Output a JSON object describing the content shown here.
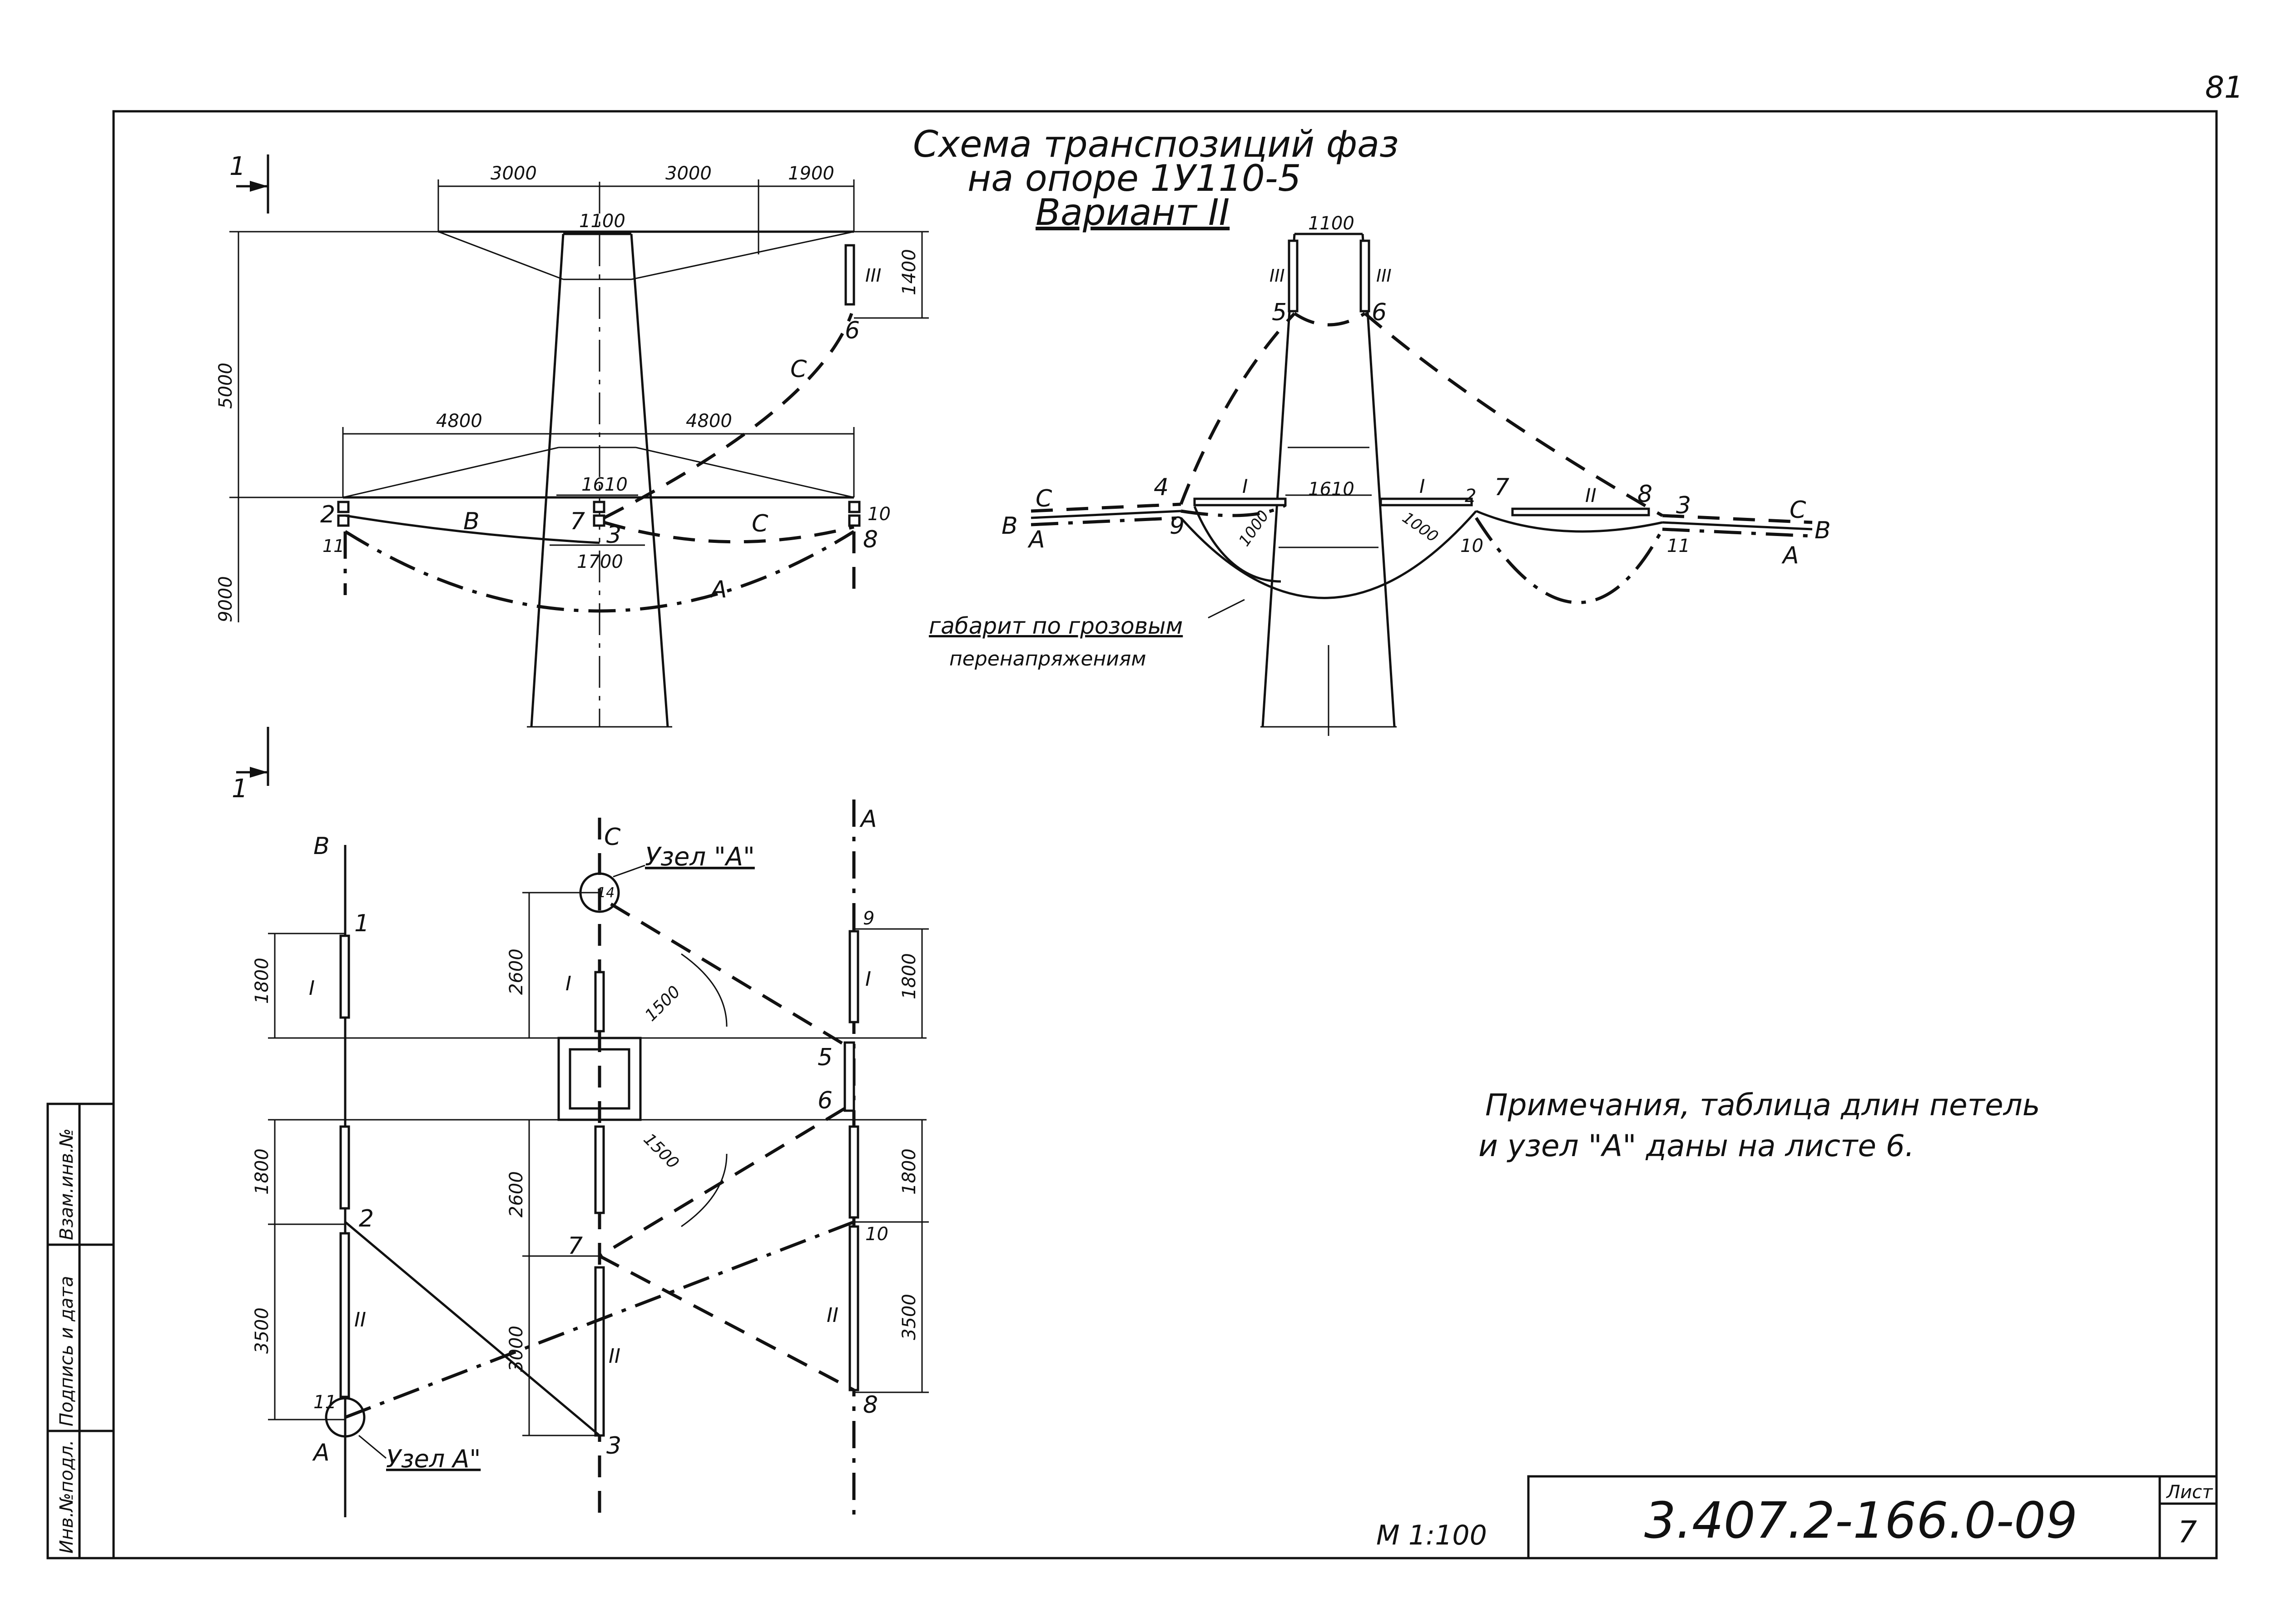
{
  "page_number": "81",
  "title": {
    "line1": "Схема транспозиций фаз",
    "line2": "на опоре 1У110-5",
    "line3": "Вариант II"
  },
  "section_mark": "1",
  "elevation_left": {
    "dims": {
      "top_left": "3000",
      "top_mid": "3000",
      "top_right": "1900",
      "crossarm_w": "1100",
      "lower_left": "4800",
      "lower_right": "4800",
      "lower_w": "1610",
      "lower_w2": "1700",
      "h_5000": "5000",
      "h_9000": "9000",
      "h_1400": "1400"
    },
    "points": [
      "2",
      "11",
      "7",
      "3",
      "10",
      "8",
      "6"
    ],
    "phase_labels": [
      "B",
      "C",
      "A",
      "C"
    ],
    "insulator_label": "III"
  },
  "elevation_right": {
    "dims": {
      "top_w": "1100",
      "mid_w": "1610",
      "arc_l": "1000",
      "arc_r": "1000"
    },
    "points": [
      "5",
      "6",
      "4",
      "9",
      "2",
      "10",
      "7",
      "8",
      "3",
      "11"
    ],
    "insulators": [
      "III",
      "III",
      "I",
      "I",
      "II"
    ],
    "phase_left": [
      "C",
      "B",
      "A"
    ],
    "phase_right": [
      "C",
      "B",
      "A"
    ],
    "note_line1": "габарит по грозовым",
    "note_line2": "перенапряжениям"
  },
  "plan": {
    "columns": [
      "B",
      "C",
      "A"
    ],
    "node_label_top": "Узел \"А\"",
    "node_label_bottom": "Узел А\"",
    "node_point_top": "14",
    "point_labels": [
      "1",
      "2",
      "11",
      "7",
      "3",
      "9",
      "5",
      "6",
      "10",
      "8",
      "A"
    ],
    "insulators": [
      "I",
      "II",
      "I",
      "II",
      "I",
      "II"
    ],
    "dims": {
      "left_1800a": "1800",
      "left_1800b": "1800",
      "left_3500": "3500",
      "mid_2600a": "2600",
      "mid_2600b": "2600",
      "mid_3000": "3000",
      "right_1800a": "1800",
      "right_1800b": "1800",
      "right_3500": "3500",
      "arc_1500a": "1500",
      "arc_1500b": "1500"
    }
  },
  "note": {
    "line1": "Примечания, таблица длин петель",
    "line2": "и узел \"А\" даны на листе 6."
  },
  "scale": "М 1:100",
  "doc_code": "3.407.2-166.0-09",
  "sheet_label": "Лист",
  "sheet_number": "7",
  "side_stamp": [
    "Инв.№подл.",
    "Подпись и дата",
    "Взам.инв.№"
  ]
}
